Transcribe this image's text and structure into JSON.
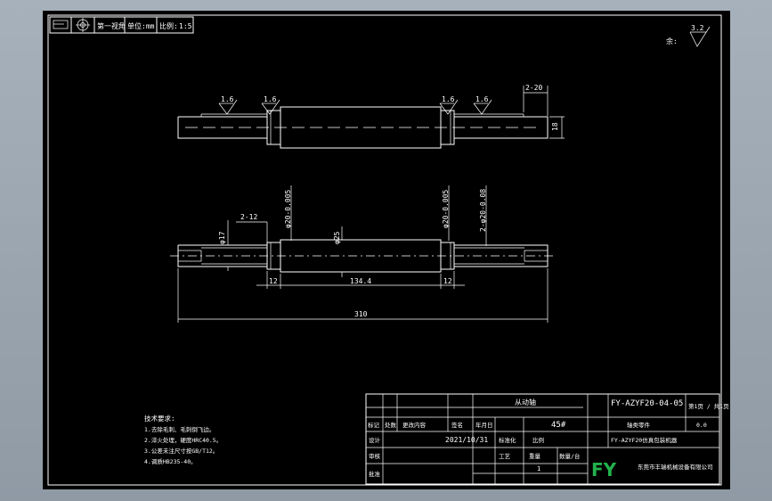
{
  "header": {
    "view_name": "第一视角",
    "unit": "单位:mm",
    "scale_label": "比例:",
    "scale_value": "1:5"
  },
  "roughness": {
    "remaining_label": "余:",
    "remaining_value": "3.2",
    "marks": [
      "1.6",
      "1.6",
      "1.6",
      "1.6"
    ]
  },
  "dimensions": {
    "key_top": "2-20",
    "height": "18",
    "key_left": "2-12",
    "dia_17": "φ17",
    "dia_20a": "φ20-0.005",
    "dia_25": "φ25",
    "dia_20b": "φ20-0.005",
    "dia_key": "2-φ20-0.08",
    "len_12a": "12",
    "len_134": "134.4",
    "len_12b": "12",
    "total": "310"
  },
  "notes": {
    "title": "技术要求:",
    "items": [
      "1.去除毛刺、毛刺倒飞边。",
      "2.淬火处理，硬度HRC40.5。",
      "3.公差未注尺寸按GB/T12。",
      "4.调质HB235-40。"
    ]
  },
  "titleblock": {
    "part_name": "从动轴",
    "drawing_no": "FY-AZYF20-04-05",
    "sheet_info": "第1页 / 共1页",
    "material": "45#",
    "row_labels": [
      "标记",
      "处数",
      "更改内容",
      "签名",
      "年月日"
    ],
    "design_label": "设计",
    "date": "2021/10/31",
    "std_label": "标准化",
    "check_label": "审核",
    "approve_label": "批准",
    "process_label": "工艺",
    "weight_label": "重量",
    "quantity_label": "数量/台",
    "quantity_value": "1",
    "scale_label": "比例",
    "part_type": "轴类零件",
    "weight_value": "0.0",
    "project": "FY-AZYF20仿真包装机器",
    "logo": "FY",
    "company": "东莞市丰瑞机械设备有限公司"
  },
  "colors": {
    "paper": "#000000",
    "line": "#ffffff",
    "logo": "#22b14c"
  }
}
